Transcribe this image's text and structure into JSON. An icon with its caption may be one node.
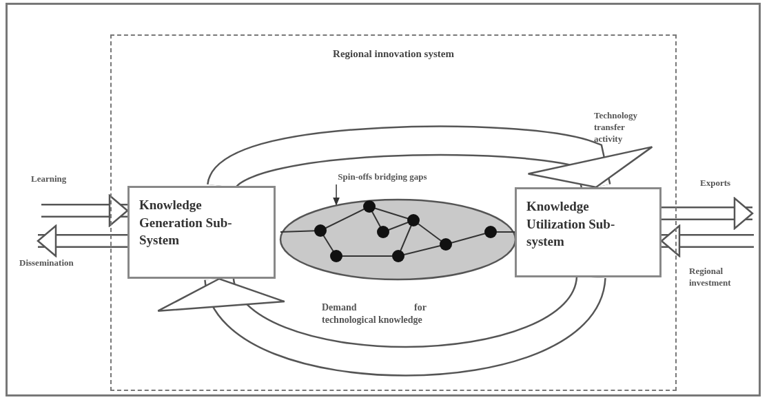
{
  "diagram": {
    "nodes": [
      {
        "text": [
          "Regional innovation system"
        ]
      },
      {
        "text": [
          "Knowledge Generation Sub-System"
        ],
        "in": 0
      },
      {
        "text": [
          "Spin-offs bridging gaps"
        ],
        "in": 0
      },
      {
        "text": [],
        "shape": "ellipse",
        "in": 0
      },
      {
        "text": [
          "Knowledge Utilization Sub-system"
        ],
        "in": 0
      }
    ],
    "edges": [
      {
        "from": null,
        "to": 1,
        "arrow": "to",
        "label": "Learning"
      },
      {
        "from": 1,
        "to": null,
        "arrow": "to",
        "label": "Dissemination"
      },
      {
        "from": 4,
        "to": null,
        "arrow": "to",
        "label": "Exports"
      },
      {
        "from": null,
        "to": 4,
        "arrow": "to",
        "label": "Regional investment"
      },
      {
        "from": 1,
        "to": 4,
        "arrow": "to",
        "label": "Technology transfer activity",
        "style": "thick"
      },
      {
        "from": 4,
        "to": 1,
        "arrow": "to",
        "label": "Demand for technological knowledge",
        "style": "thick"
      },
      {
        "from": 2,
        "to": 3,
        "arrow": "to",
        "color": "#333333"
      }
    ]
  }
}
